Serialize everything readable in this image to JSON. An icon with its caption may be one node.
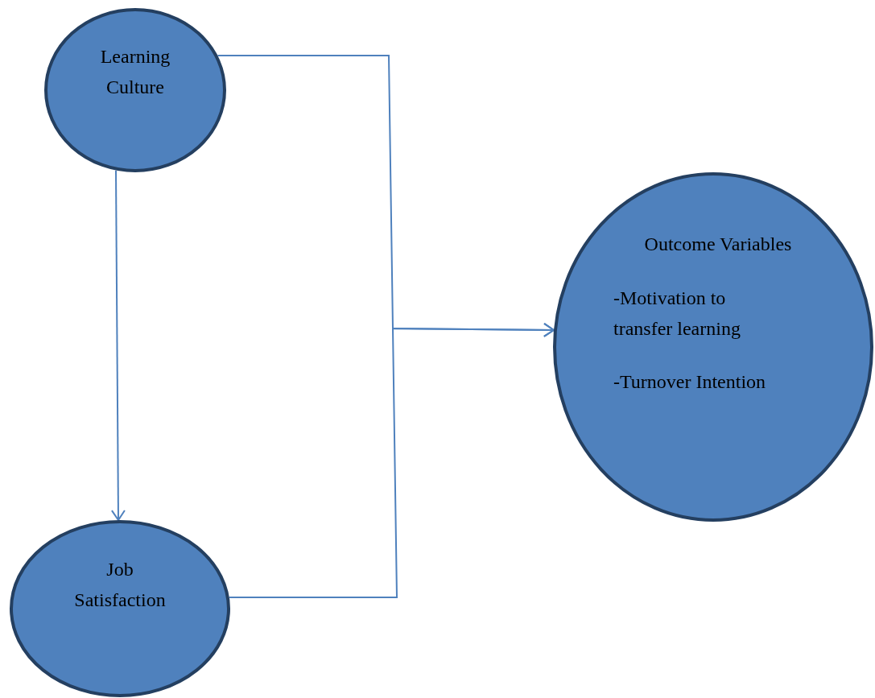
{
  "diagram": {
    "nodes": [
      {
        "text": [
          "Learning Culture"
        ]
      },
      {
        "text": [
          "Job Satisfaction"
        ]
      },
      {
        "text": [
          "Outcome Variables",
          "-Motivation to transfer learning",
          "-Turnover Intention"
        ]
      }
    ],
    "edges": [
      {
        "from": 0,
        "to": 1,
        "arrow": "to"
      },
      {
        "from": 0,
        "to": 2,
        "arrow": "to"
      },
      {
        "from": 1,
        "to": 2,
        "arrow": "to"
      }
    ]
  }
}
